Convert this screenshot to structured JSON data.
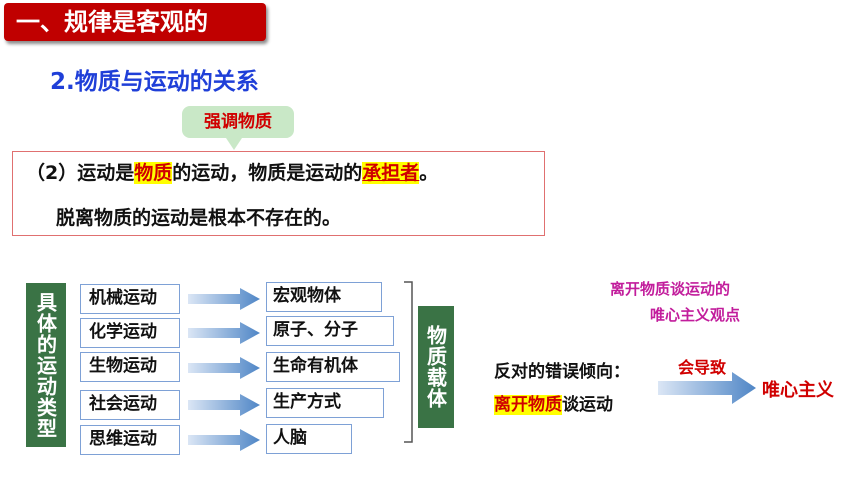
{
  "header": {
    "section_title": "一、规律是客观的"
  },
  "subtitle": "2.物质与运动的关系",
  "callout": "强调物质",
  "statement": {
    "prefix": "（2）运动是",
    "highlight1": "物质",
    "middle": "的运动，物质是运动的",
    "highlight2": "承担者",
    "end": "。",
    "line2": "脱离物质的运动是根本不存在的。"
  },
  "diagram": {
    "types_label": "具体的运动类型",
    "carrier_label": "物质载体",
    "motion_types": [
      "机械运动",
      "化学运动",
      "生物运动",
      "社会运动",
      "思维运动"
    ],
    "carriers": [
      "宏观物体",
      "原子、分子",
      "生命有机体",
      "生产方式",
      "人脑"
    ]
  },
  "annotation": {
    "line1": "离开物质谈运动的",
    "line2": "唯心主义观点"
  },
  "opposition": {
    "label": "反对的错误倾向：",
    "highlight": "离开物质",
    "rest": "谈运动",
    "leads_to": "会导致",
    "result": "唯心主义"
  },
  "colors": {
    "title_red": "#c00000",
    "subtitle_blue": "#1f3fd8",
    "dark_green": "#3a7345",
    "highlight_yellow": "#ffff00",
    "handwriting_magenta": "#c21d9c",
    "arrow_blue": "#4f86c6"
  }
}
